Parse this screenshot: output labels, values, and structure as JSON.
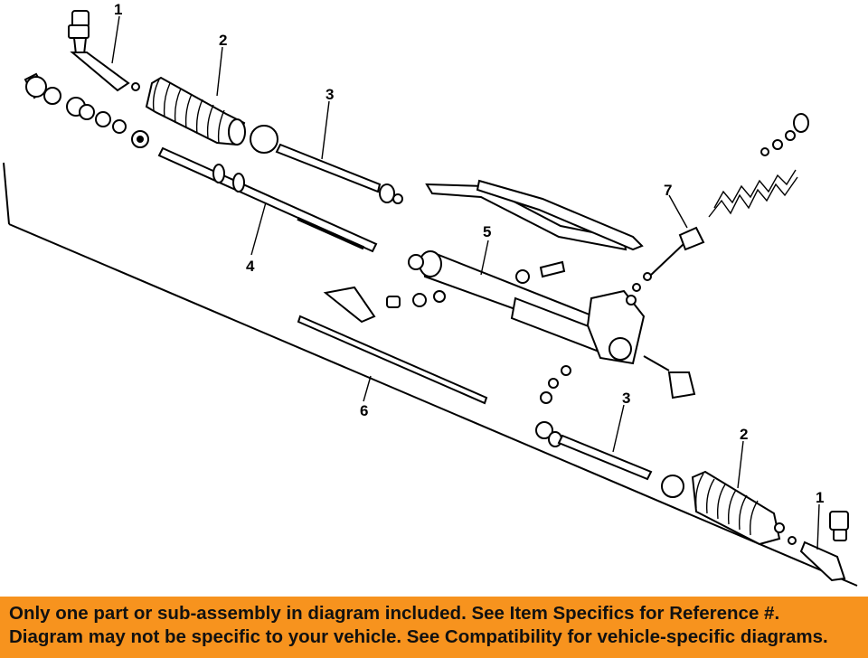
{
  "callouts": {
    "c1_top": "1",
    "c2_top": "2",
    "c3_top": "3",
    "c4": "4",
    "c5": "5",
    "c6": "6",
    "c7": "7",
    "c3_bottom": "3",
    "c2_bottom": "2",
    "c1_bottom": "1"
  },
  "banner": {
    "line1": "Only one part or sub-assembly in diagram included. See Item Specifics for Reference #.",
    "line2": "Diagram may not be specific to your vehicle. See Compatibility for vehicle-specific diagrams."
  },
  "colors": {
    "banner_bg": "#f7931e",
    "banner_text": "#111111"
  }
}
